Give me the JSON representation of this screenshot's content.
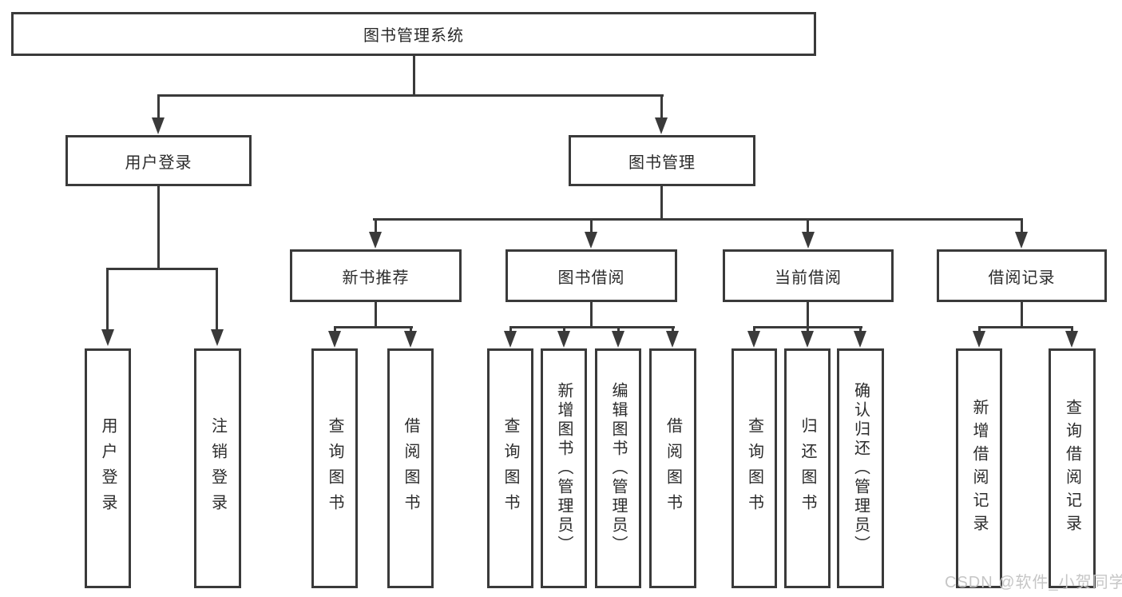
{
  "diagram_title": "图书管理系统",
  "colors": {
    "line": "#3a3a3a",
    "box_border": "#3a3a3a",
    "box_background": "#ffffff",
    "text": "#2b2b2b",
    "watermark": "#c6c6c6",
    "page_background": "#ffffff"
  },
  "tree": {
    "root": {
      "label": "图书管理系统"
    },
    "level2": [
      {
        "id": "user-login",
        "label": "用户登录"
      },
      {
        "id": "book-management",
        "label": "图书管理"
      }
    ],
    "level3": [
      {
        "id": "new-book-recommend",
        "parent": "book-management",
        "label": "新书推荐"
      },
      {
        "id": "book-borrow",
        "parent": "book-management",
        "label": "图书借阅"
      },
      {
        "id": "current-borrow",
        "parent": "book-management",
        "label": "当前借阅"
      },
      {
        "id": "borrow-records",
        "parent": "book-management",
        "label": "借阅记录"
      }
    ],
    "leaves": [
      {
        "parent": "user-login",
        "label": "用户登录"
      },
      {
        "parent": "user-login",
        "label": "注销登录"
      },
      {
        "parent": "new-book-recommend",
        "label": "查询图书"
      },
      {
        "parent": "new-book-recommend",
        "label": "借阅图书"
      },
      {
        "parent": "book-borrow",
        "label": "查询图书"
      },
      {
        "parent": "book-borrow",
        "label": "新增图书（管理员）"
      },
      {
        "parent": "book-borrow",
        "label": "编辑图书（管理员）"
      },
      {
        "parent": "book-borrow",
        "label": "借阅图书"
      },
      {
        "parent": "current-borrow",
        "label": "查询图书"
      },
      {
        "parent": "current-borrow",
        "label": "归还图书"
      },
      {
        "parent": "current-borrow",
        "label": "确认归还（管理员）"
      },
      {
        "parent": "borrow-records",
        "label": "新增借阅记录"
      },
      {
        "parent": "borrow-records",
        "label": "查询借阅记录"
      }
    ]
  },
  "watermark": {
    "text": "CSDN @软件_小贺同学"
  }
}
